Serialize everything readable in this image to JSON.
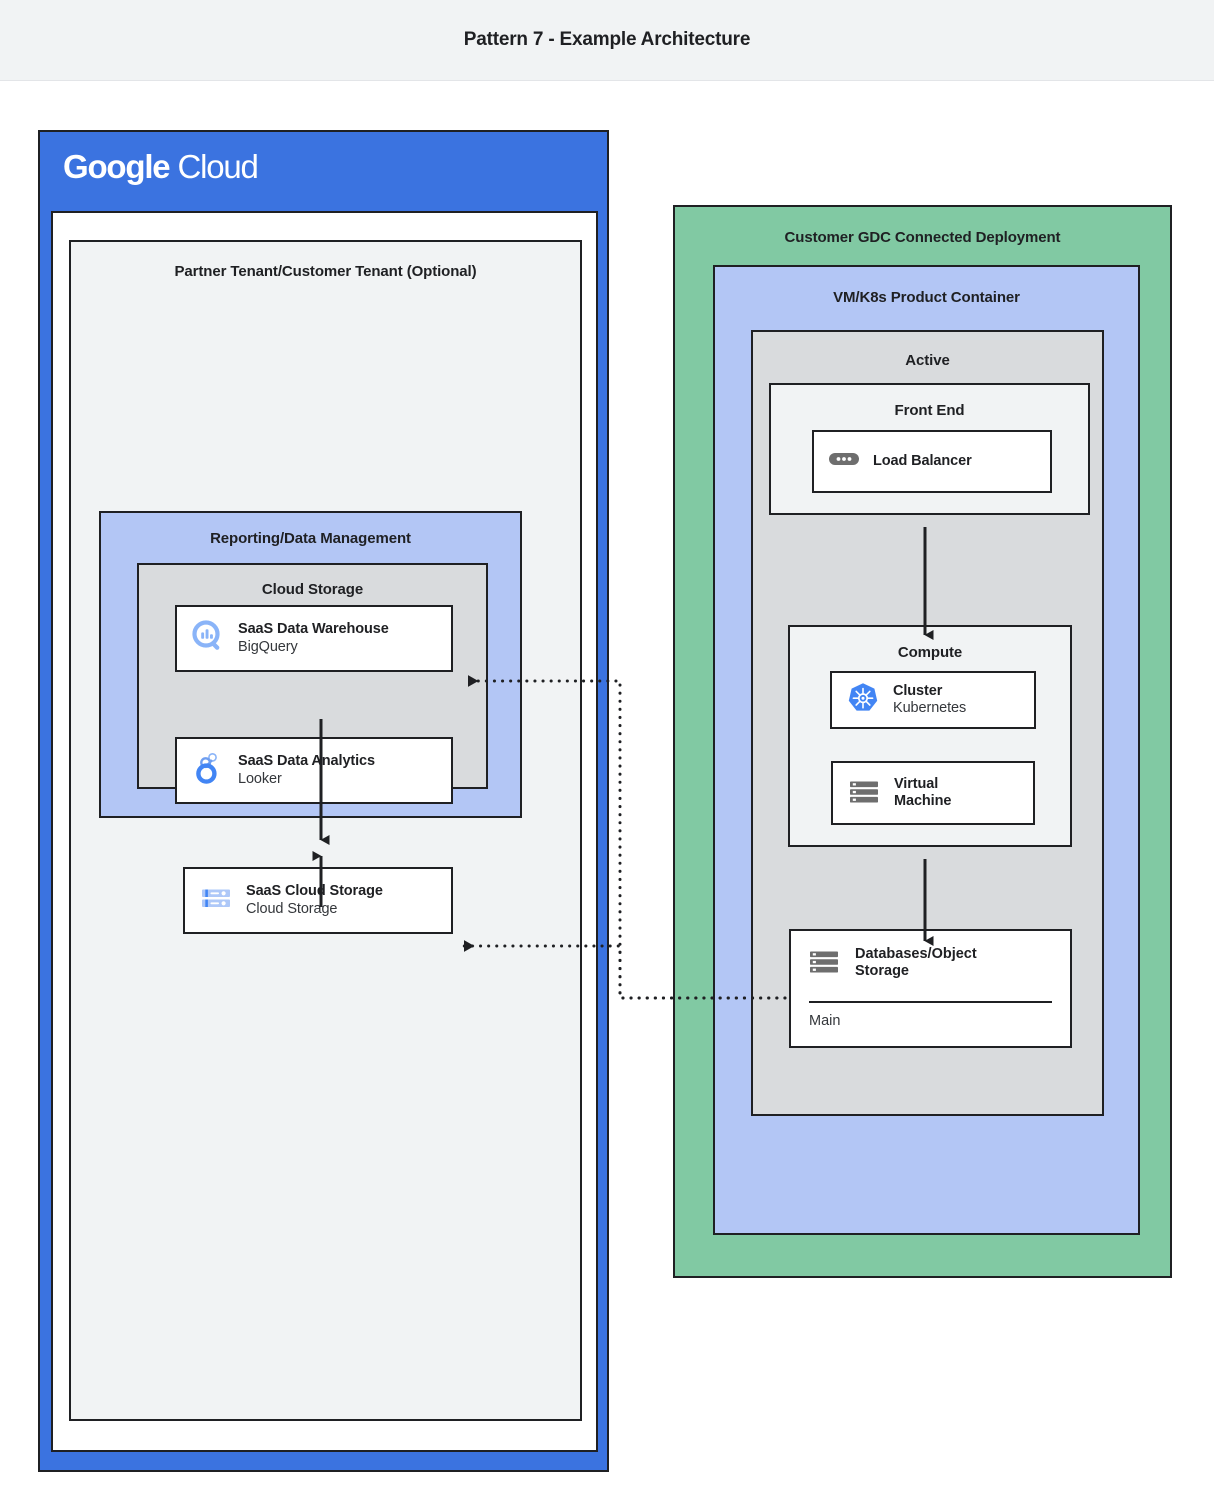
{
  "page": {
    "title": "Pattern 7 - Example Architecture"
  },
  "colors": {
    "title_bar_bg": "#f1f3f4",
    "google_cloud_blue": "#3b73e0",
    "lavender": "#b3c6f5",
    "gray": "#d9dbdd",
    "green": "#81c9a3",
    "light": "#f1f3f4",
    "stroke": "#1f2023",
    "icon_blue": "#4285f4",
    "icon_light_blue": "#8ab4f8",
    "icon_gray": "#6e6e6e"
  },
  "google_cloud": {
    "wordmark_bold": "Google",
    "wordmark_light": "Cloud",
    "tenant": {
      "label": "Partner Tenant/Customer Tenant (Optional)",
      "reporting": {
        "label": "Reporting/Data Management",
        "cloud_storage_group": {
          "label": "Cloud Storage",
          "nodes": [
            {
              "icon": "bigquery-icon",
              "title": "SaaS Data Warehouse",
              "subtitle": "BigQuery"
            },
            {
              "icon": "looker-icon",
              "title": "SaaS Data Analytics",
              "subtitle": "Looker"
            },
            {
              "icon": "cloud-storage-icon",
              "title": "SaaS Cloud Storage",
              "subtitle": "Cloud Storage"
            }
          ]
        }
      }
    }
  },
  "gdc": {
    "label": "Customer GDC Connected Deployment",
    "product_container": {
      "label": "VM/K8s Product Container",
      "active": {
        "label": "Active",
        "front_end": {
          "label": "Front End",
          "nodes": [
            {
              "icon": "load-balancer-icon",
              "title": "Load Balancer",
              "subtitle": ""
            }
          ]
        },
        "compute": {
          "label": "Compute",
          "nodes": [
            {
              "icon": "kubernetes-icon",
              "title": "Cluster",
              "subtitle": "Kubernetes"
            },
            {
              "icon": "virtual-machine-icon",
              "title": "Virtual",
              "subtitle": "Machine"
            }
          ]
        },
        "database": {
          "icon": "database-icon",
          "title_line1": "Databases/Object",
          "title_line2": "Storage",
          "instance": "Main"
        }
      }
    }
  },
  "connections": [
    {
      "from": "load-balancer",
      "to": "compute",
      "style": "solid"
    },
    {
      "from": "compute",
      "to": "database",
      "style": "solid"
    },
    {
      "from": "saas-data-warehouse",
      "to": "saas-data-analytics",
      "style": "solid"
    },
    {
      "from": "saas-cloud-storage",
      "to": "saas-data-analytics",
      "style": "solid"
    },
    {
      "from": "database",
      "to": "saas-data-warehouse",
      "style": "dotted"
    },
    {
      "from": "database",
      "to": "saas-cloud-storage",
      "style": "dotted"
    }
  ]
}
